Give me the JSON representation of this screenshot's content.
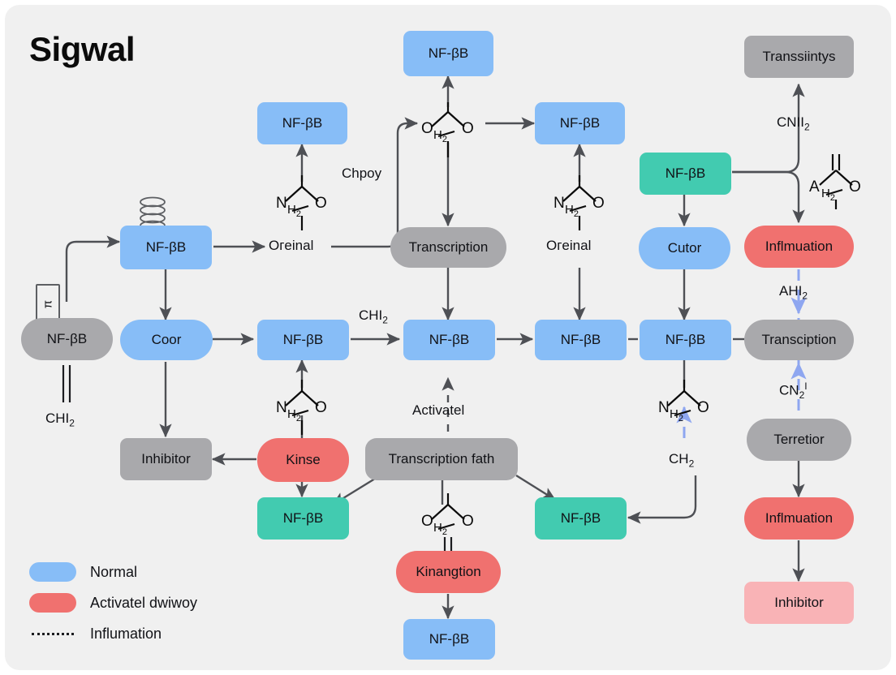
{
  "title": "Sigwal",
  "colors": {
    "panel_bg": "#f0f0f0",
    "normal": "#87bdf7",
    "activated": "#f0716f",
    "neutral": "#a9a9ac",
    "green": "#42cbb0",
    "pink": "#f9b3b6",
    "edge": "#4e5055",
    "dashed_edge": "#8ea6f0"
  },
  "nodes": [
    {
      "id": "n_top_c",
      "label": "NF-βB",
      "style": "blue",
      "shape": "soft"
    },
    {
      "id": "n_top_l",
      "label": "NF-βB",
      "style": "blue",
      "shape": "soft"
    },
    {
      "id": "n_top_r",
      "label": "NF-βB",
      "style": "blue",
      "shape": "soft"
    },
    {
      "id": "n_transsiintys",
      "label": "Transsiintys",
      "style": "gray",
      "shape": "soft"
    },
    {
      "id": "n_green_top",
      "label": "NF-βB",
      "style": "green",
      "shape": "soft"
    },
    {
      "id": "n_helix",
      "label": "NF-βB",
      "style": "blue",
      "shape": "soft"
    },
    {
      "id": "n_transcription",
      "label": "Transcription",
      "style": "gray",
      "shape": "pill"
    },
    {
      "id": "n_cutor",
      "label": "Cutor",
      "style": "blue",
      "shape": "pill"
    },
    {
      "id": "n_inflmuation1",
      "label": "Inflmuation",
      "style": "red",
      "shape": "pill"
    },
    {
      "id": "n_pi",
      "label": "NF-βB",
      "style": "gray",
      "shape": "pill"
    },
    {
      "id": "n_coor",
      "label": "Coor",
      "style": "blue",
      "shape": "pill"
    },
    {
      "id": "n_mid_1",
      "label": "NF-βB",
      "style": "blue",
      "shape": "soft"
    },
    {
      "id": "n_mid_2",
      "label": "NF-βB",
      "style": "blue",
      "shape": "soft"
    },
    {
      "id": "n_mid_3",
      "label": "NF-βB",
      "style": "blue",
      "shape": "soft"
    },
    {
      "id": "n_mid_4",
      "label": "NF-βB",
      "style": "blue",
      "shape": "soft"
    },
    {
      "id": "n_transciption",
      "label": "Transciption",
      "style": "gray",
      "shape": "pill"
    },
    {
      "id": "n_inhibitor1",
      "label": "Inhibitor",
      "style": "gray",
      "shape": "soft"
    },
    {
      "id": "n_kinse",
      "label": "Kinse",
      "style": "red",
      "shape": "pill"
    },
    {
      "id": "n_trans_fath",
      "label": "Transcription fath",
      "style": "gray",
      "shape": "med"
    },
    {
      "id": "n_terretior",
      "label": "Terretior",
      "style": "gray",
      "shape": "pill"
    },
    {
      "id": "n_green_bl",
      "label": "NF-βB",
      "style": "green",
      "shape": "soft"
    },
    {
      "id": "n_green_br",
      "label": "NF-βB",
      "style": "green",
      "shape": "soft"
    },
    {
      "id": "n_inflmuation2",
      "label": "Inflmuation",
      "style": "red",
      "shape": "pill"
    },
    {
      "id": "n_kinangtion",
      "label": "Kinangtion",
      "style": "red",
      "shape": "pill"
    },
    {
      "id": "n_bottom_nfkb",
      "label": "NF-βB",
      "style": "blue",
      "shape": "soft"
    },
    {
      "id": "n_inhibitor2",
      "label": "Inhibitor",
      "style": "pink",
      "shape": "soft"
    }
  ],
  "edge_labels": {
    "chpoy": "Chpoy",
    "odeinal_left": "Oгeinal",
    "odeinal_right": "Oгeinal",
    "chi2_left": "CHI",
    "chi2_left_sub": "2",
    "chi2_mid": "CHI",
    "chi2_mid_sub": "2",
    "cnii2": "CNII",
    "cnii2_sub": "2",
    "ahi2": "AHI",
    "ahi2_sub": "2",
    "cn2i": "CN",
    "cn2i_sub": "2",
    "cn2i_sup": "I",
    "activatel": "Activatel",
    "ch2": "CH",
    "ch2_sub": "2",
    "pi_glyph": "π"
  },
  "chem_glyphs": [
    {
      "id": "chem_top_left",
      "left_atom": "N",
      "mid_atom": "H",
      "mid_sub": "2",
      "right_atom": "O",
      "double_bond": false
    },
    {
      "id": "chem_top_center",
      "left_atom": "O",
      "mid_atom": "H",
      "mid_sub": "2",
      "right_atom": "O",
      "double_bond": false
    },
    {
      "id": "chem_top_right",
      "left_atom": "N",
      "mid_atom": "H",
      "mid_sub": "2",
      "right_atom": "O",
      "double_bond": false
    },
    {
      "id": "chem_far_right",
      "left_atom": "A",
      "mid_atom": "H",
      "mid_sub": "2",
      "right_atom": "O",
      "double_bond": true
    },
    {
      "id": "chem_mid_left",
      "left_atom": "N",
      "mid_atom": "H",
      "mid_sub": "2",
      "right_atom": "O",
      "double_bond": false
    },
    {
      "id": "chem_mid_right",
      "left_atom": "N",
      "mid_atom": "H",
      "mid_sub": "2",
      "right_atom": "O",
      "double_bond": false
    },
    {
      "id": "chem_bottom",
      "left_atom": "O",
      "mid_atom": "H",
      "mid_sub": "2",
      "right_atom": "O",
      "double_bond": false
    }
  ],
  "legend": [
    {
      "swatch": "#87bdf7",
      "kind": "pill",
      "label": "Normal"
    },
    {
      "swatch": "#f0716f",
      "kind": "pill",
      "label": "Activatel dwiwoy"
    },
    {
      "swatch": "#1b1c1f",
      "kind": "dashed",
      "label": "Influmation"
    }
  ]
}
